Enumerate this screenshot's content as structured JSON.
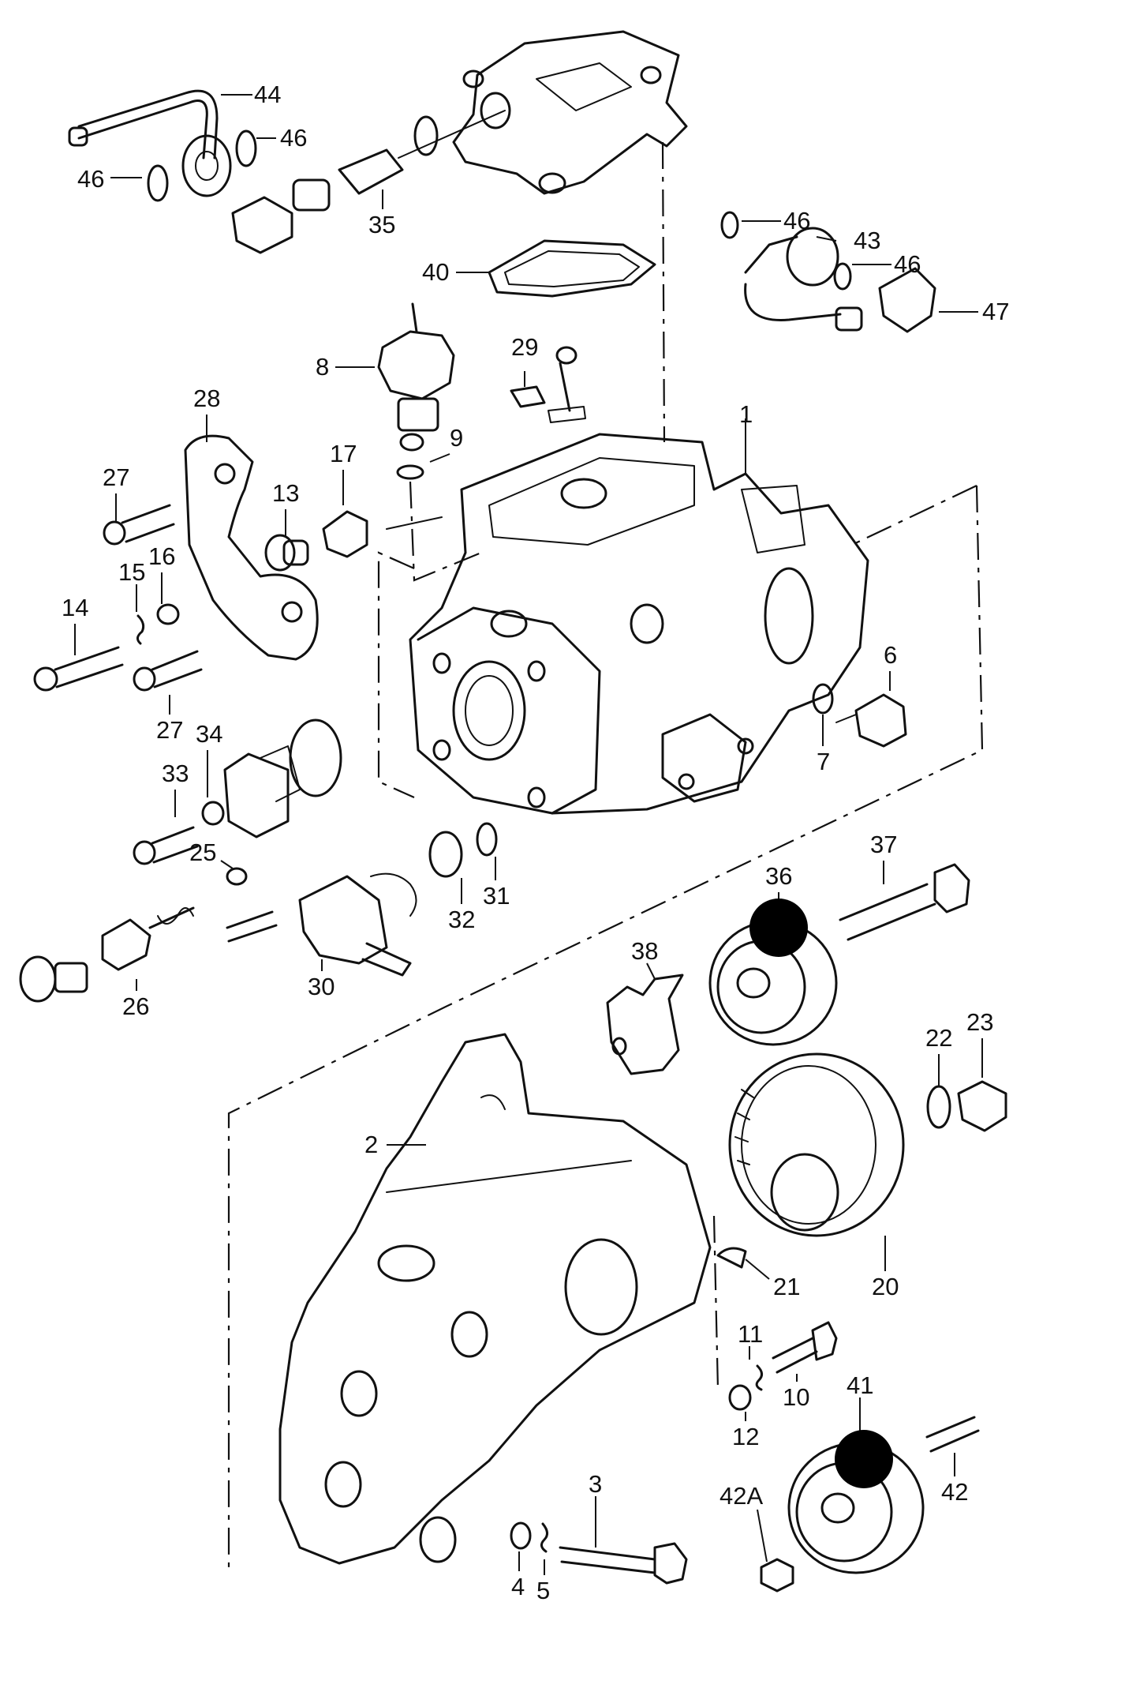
{
  "diagram": {
    "callouts": [
      {
        "id": "c44",
        "label": "44"
      },
      {
        "id": "c46a",
        "label": "46"
      },
      {
        "id": "c46b",
        "label": "46"
      },
      {
        "id": "c35",
        "label": "35"
      },
      {
        "id": "c40",
        "label": "40"
      },
      {
        "id": "c46c",
        "label": "46"
      },
      {
        "id": "c43",
        "label": "43"
      },
      {
        "id": "c46d",
        "label": "46"
      },
      {
        "id": "c47",
        "label": "47"
      },
      {
        "id": "c8",
        "label": "8"
      },
      {
        "id": "c29",
        "label": "29"
      },
      {
        "id": "c28",
        "label": "28"
      },
      {
        "id": "c1",
        "label": "1"
      },
      {
        "id": "c9",
        "label": "9"
      },
      {
        "id": "c27a",
        "label": "27"
      },
      {
        "id": "c17",
        "label": "17"
      },
      {
        "id": "c13",
        "label": "13"
      },
      {
        "id": "c15",
        "label": "15"
      },
      {
        "id": "c16",
        "label": "16"
      },
      {
        "id": "c14",
        "label": "14"
      },
      {
        "id": "c27b",
        "label": "27"
      },
      {
        "id": "c6",
        "label": "6"
      },
      {
        "id": "c7",
        "label": "7"
      },
      {
        "id": "c34",
        "label": "34"
      },
      {
        "id": "c33",
        "label": "33"
      },
      {
        "id": "c25",
        "label": "25"
      },
      {
        "id": "c37",
        "label": "37"
      },
      {
        "id": "c36",
        "label": "36"
      },
      {
        "id": "c32",
        "label": "32"
      },
      {
        "id": "c31",
        "label": "31"
      },
      {
        "id": "c26",
        "label": "26"
      },
      {
        "id": "c30",
        "label": "30"
      },
      {
        "id": "c38",
        "label": "38"
      },
      {
        "id": "c22",
        "label": "22"
      },
      {
        "id": "c23",
        "label": "23"
      },
      {
        "id": "c2",
        "label": "2"
      },
      {
        "id": "c21",
        "label": "21"
      },
      {
        "id": "c20",
        "label": "20"
      },
      {
        "id": "c11",
        "label": "11"
      },
      {
        "id": "c10",
        "label": "10"
      },
      {
        "id": "c12",
        "label": "12"
      },
      {
        "id": "c41",
        "label": "41"
      },
      {
        "id": "c42A",
        "label": "42A"
      },
      {
        "id": "c42",
        "label": "42"
      },
      {
        "id": "c3",
        "label": "3"
      },
      {
        "id": "c4",
        "label": "4"
      },
      {
        "id": "c5",
        "label": "5"
      }
    ],
    "markers": [
      {
        "id": "m36",
        "color": "#000000"
      },
      {
        "id": "m41",
        "color": "#000000"
      }
    ]
  }
}
